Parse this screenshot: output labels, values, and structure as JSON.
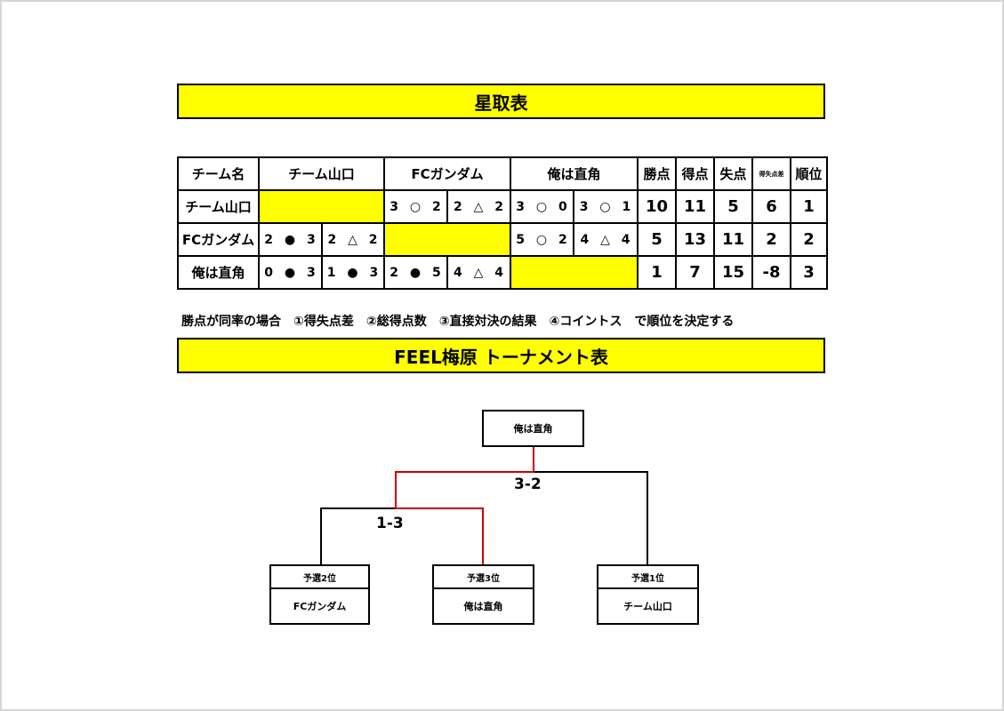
{
  "title_standings": "星取表",
  "headers": [
    "チーム名",
    "チーム山口",
    "FCガンダム",
    "俺は直角",
    "勝点",
    "得点",
    "失点",
    "得失点差",
    "順位"
  ],
  "rows": [
    {
      "team": "チーム山口",
      "cells": [
        "",
        "",
        "3 ○ 2",
        "2 △ 2",
        "3 ○ 0",
        "3 ○ 1"
      ],
      "stats": [
        "10",
        "11",
        "5",
        "6",
        "1"
      ]
    },
    {
      "team": "FCガンダム",
      "cells": [
        "2 ● 3",
        "2 △ 2",
        "",
        "",
        "5 ○ 2",
        "4 △ 4"
      ],
      "stats": [
        "5",
        "13",
        "11",
        "2",
        "2"
      ]
    },
    {
      "team": "俺は直角",
      "cells": [
        "0 ● 3",
        "1 ● 3",
        "2 ● 5",
        "4 △ 4",
        "",
        ""
      ],
      "stats": [
        "1",
        "7",
        "15",
        "-8",
        "3"
      ]
    }
  ],
  "note": "勝点が同率の場合　①得失点差　②総得点数　③直接対決の結果　④コイントス　で順位を決定する",
  "title_tournament": "FEEL梅原 トーナメント表",
  "tournament": {
    "champion": "俺は直角",
    "final_score": "3-2",
    "semi_score": "1-3",
    "entrants": [
      {
        "rank": "予選2位",
        "team": "FCガンダム"
      },
      {
        "rank": "予選3位",
        "team": "俺は直角"
      },
      {
        "rank": "予選1位",
        "team": "チーム山口"
      }
    ]
  },
  "colors": {
    "highlight": "#ffff00",
    "winner_line": "#cc0000",
    "line": "#000000"
  }
}
